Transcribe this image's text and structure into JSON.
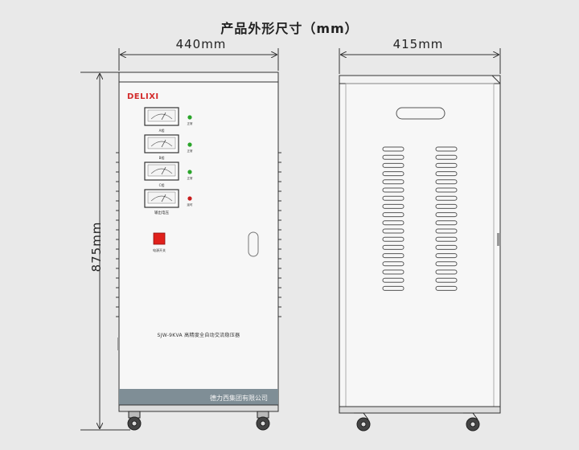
{
  "title": "产品外形尺寸（mm）",
  "dimensions": {
    "front_width": "440mm",
    "side_depth": "415mm",
    "height": "875mm"
  },
  "front_panel": {
    "brand": "DELIXI",
    "meter_labels": [
      "A相",
      "B相",
      "C相",
      "输出电压"
    ],
    "indicator_labels": [
      "正常",
      "正常",
      "正常",
      "延时"
    ],
    "switch_label": "电源开关",
    "model_line": "SJW-9KVA  高精度全自动交流稳压器",
    "company": "德力西集团有限公司"
  },
  "colors": {
    "cabinet": "#f7f7f7",
    "outline": "#333333",
    "footer_band": "#7f8e96",
    "brand_red": "#d32a2a",
    "switch_red": "#e0201b",
    "led_green": "#2aa52a",
    "led_red": "#c81d1d"
  }
}
